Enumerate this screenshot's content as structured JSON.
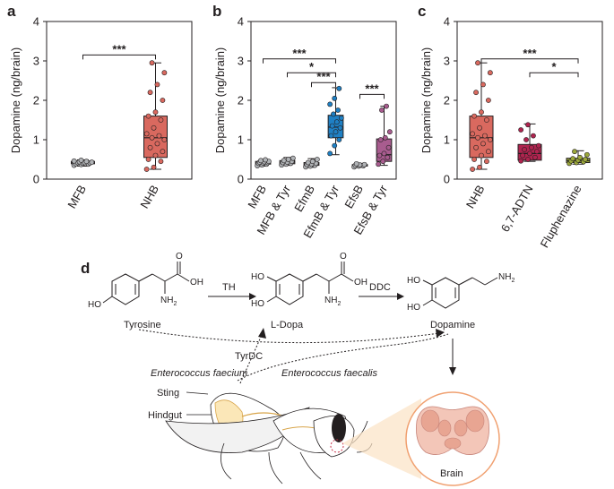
{
  "panels": {
    "a": "a",
    "b": "b",
    "c": "c",
    "d": "d"
  },
  "chart_data": [
    {
      "type": "box",
      "panel": "a",
      "ylabel": "Dopamine (ng/brain)",
      "ylim": [
        0,
        4
      ],
      "yticks": [
        0,
        1,
        2,
        3,
        4
      ],
      "grid": false,
      "categories": [
        "MFB",
        "NHB"
      ],
      "boxes": [
        {
          "category": "MFB",
          "color": "#b0b3b6",
          "min": 0.33,
          "q1": 0.39,
          "median": 0.42,
          "q3": 0.45,
          "max": 0.49,
          "points": [
            0.35,
            0.37,
            0.38,
            0.39,
            0.4,
            0.41,
            0.42,
            0.42,
            0.43,
            0.44,
            0.45,
            0.46,
            0.48
          ]
        },
        {
          "category": "NHB",
          "color": "#d9695f",
          "min": 0.25,
          "q1": 0.55,
          "median": 1.05,
          "q3": 1.6,
          "max": 2.95,
          "points": [
            0.25,
            0.3,
            0.45,
            0.5,
            0.6,
            0.7,
            0.8,
            0.9,
            1.0,
            1.05,
            1.1,
            1.15,
            1.3,
            1.5,
            1.6,
            1.7,
            2.0,
            2.2,
            2.4,
            2.7,
            2.95
          ]
        }
      ],
      "significance": [
        {
          "from": "MFB",
          "to": "NHB",
          "label": "***"
        }
      ]
    },
    {
      "type": "box",
      "panel": "b",
      "ylabel": "Dopamine (ng/brain)",
      "ylim": [
        0,
        4
      ],
      "yticks": [
        0,
        1,
        2,
        3,
        4
      ],
      "grid": false,
      "categories": [
        "MFB",
        "MFB & Tyr",
        "EfmB",
        "EfmB & Tyr",
        "EfsB",
        "EfsB & Tyr"
      ],
      "boxes": [
        {
          "category": "MFB",
          "color": "#b0b3b6",
          "min": 0.33,
          "q1": 0.38,
          "median": 0.42,
          "q3": 0.45,
          "max": 0.5,
          "points": [
            0.34,
            0.36,
            0.38,
            0.4,
            0.41,
            0.42,
            0.43,
            0.44,
            0.45,
            0.47,
            0.49
          ]
        },
        {
          "category": "MFB & Tyr",
          "color": "#b0b3b6",
          "min": 0.35,
          "q1": 0.39,
          "median": 0.43,
          "q3": 0.47,
          "max": 0.55,
          "points": [
            0.36,
            0.38,
            0.4,
            0.42,
            0.43,
            0.45,
            0.47,
            0.5,
            0.53
          ]
        },
        {
          "category": "EfmB",
          "color": "#b0b3b6",
          "min": 0.3,
          "q1": 0.35,
          "median": 0.38,
          "q3": 0.42,
          "max": 0.52,
          "points": [
            0.31,
            0.33,
            0.35,
            0.37,
            0.38,
            0.4,
            0.42,
            0.45,
            0.5
          ]
        },
        {
          "category": "EfmB & Tyr",
          "color": "#1f80c4",
          "min": 0.62,
          "q1": 1.05,
          "median": 1.32,
          "q3": 1.62,
          "max": 2.32,
          "points": [
            0.65,
            0.85,
            1.0,
            1.1,
            1.2,
            1.3,
            1.35,
            1.45,
            1.55,
            1.65,
            1.75,
            1.9,
            2.05,
            2.3
          ]
        },
        {
          "category": "EfsB",
          "color": "#b0b3b6",
          "min": 0.3,
          "q1": 0.33,
          "median": 0.35,
          "q3": 0.37,
          "max": 0.4,
          "points": [
            0.31,
            0.33,
            0.34,
            0.35,
            0.36,
            0.37,
            0.39
          ]
        },
        {
          "category": "EfsB & Tyr",
          "color": "#a85c8f",
          "min": 0.35,
          "q1": 0.45,
          "median": 0.62,
          "q3": 1.02,
          "max": 1.85,
          "points": [
            0.38,
            0.45,
            0.55,
            0.6,
            0.65,
            0.8,
            1.0,
            1.05,
            1.2,
            1.75,
            1.85
          ]
        }
      ],
      "significance": [
        {
          "from": "MFB",
          "to": "EfmB & Tyr",
          "label": "***"
        },
        {
          "from": "MFB & Tyr",
          "to": "EfmB & Tyr",
          "label": "*"
        },
        {
          "from": "EfmB",
          "to": "EfmB & Tyr",
          "label": "***"
        },
        {
          "from": "EfsB",
          "to": "EfsB & Tyr",
          "label": "***"
        }
      ]
    },
    {
      "type": "box",
      "panel": "c",
      "ylabel": "Dopamine (ng/brain)",
      "ylim": [
        0,
        4
      ],
      "yticks": [
        0,
        1,
        2,
        3,
        4
      ],
      "grid": false,
      "categories": [
        "NHB",
        "6,7-ADTN",
        "Fluphenazine"
      ],
      "boxes": [
        {
          "category": "NHB",
          "color": "#d9695f",
          "min": 0.25,
          "q1": 0.55,
          "median": 1.05,
          "q3": 1.6,
          "max": 2.95,
          "points": [
            0.25,
            0.3,
            0.45,
            0.5,
            0.6,
            0.7,
            0.8,
            0.9,
            1.0,
            1.05,
            1.1,
            1.15,
            1.3,
            1.5,
            1.6,
            1.7,
            2.0,
            2.2,
            2.4,
            2.7,
            2.95
          ]
        },
        {
          "category": "6,7-ADTN",
          "color": "#b0244f",
          "min": 0.45,
          "q1": 0.48,
          "median": 0.65,
          "q3": 0.88,
          "max": 1.4,
          "points": [
            0.46,
            0.5,
            0.55,
            0.6,
            0.65,
            0.7,
            0.75,
            0.8,
            0.85,
            1.0,
            1.1,
            1.25,
            1.38
          ]
        },
        {
          "category": "Fluphenazine",
          "color": "#9ba83a",
          "min": 0.38,
          "q1": 0.42,
          "median": 0.47,
          "q3": 0.53,
          "max": 0.72,
          "points": [
            0.4,
            0.42,
            0.44,
            0.46,
            0.48,
            0.5,
            0.52,
            0.55,
            0.62,
            0.7
          ]
        }
      ],
      "significance": [
        {
          "from": "NHB",
          "to": "Fluphenazine",
          "label": "***"
        },
        {
          "from": "6,7-ADTN",
          "to": "Fluphenazine",
          "label": "*"
        }
      ]
    }
  ],
  "pathway": {
    "tyrosine": "Tyrosine",
    "ldopa": "L-Dopa",
    "dopamine": "Dopamine",
    "enzyme1": "TH",
    "enzyme2": "DDC",
    "tyrdc": "TyrDC",
    "bacteria1": "Enterococcus faecium",
    "bacteria2": "Enterococcus faecalis",
    "sting": "Sting",
    "hindgut": "Hindgut",
    "brain": "Brain",
    "oh": "OH",
    "ho": "HO",
    "o": "O",
    "nh2": "NH",
    "nh2sub": "2"
  }
}
